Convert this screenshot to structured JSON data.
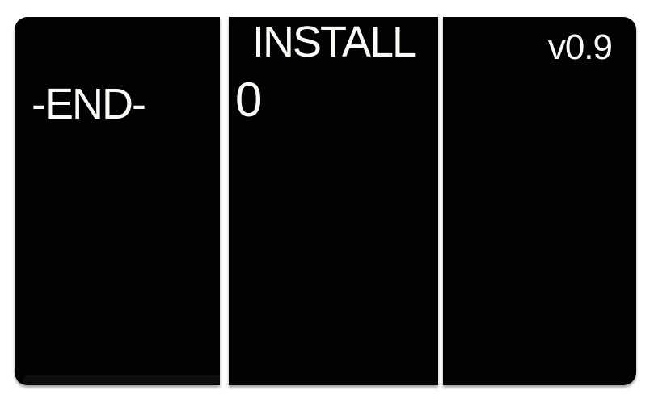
{
  "screens": {
    "left": {
      "label": "-END-"
    },
    "middle": {
      "title": "INSTALL",
      "count": "0"
    },
    "right": {
      "version": "v0.9"
    }
  },
  "colors": {
    "page_bg": "#ffffff",
    "panel_bg": "#020202",
    "text": "#faf9f6",
    "footer_bar": "#0d0d0d"
  }
}
